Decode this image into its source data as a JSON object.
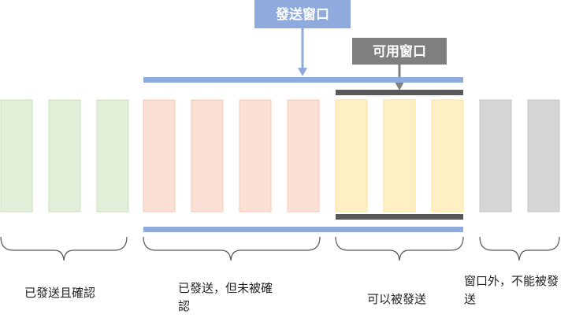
{
  "title_send_window": "發送窗口",
  "title_usable_window": "可用窗口",
  "groups": [
    {
      "label": "已發送且確認",
      "count": 3,
      "fill": "#e1efd9",
      "stroke": "#c9e3bb"
    },
    {
      "label": "已發送，但未被確\n認",
      "count": 4,
      "fill": "#fbe0d5",
      "stroke": "#f5c8b6"
    },
    {
      "label": "可以被發送",
      "count": 3,
      "fill": "#fff0c4",
      "stroke": "#fde29b"
    },
    {
      "label": "窗口外，不能被發\n送",
      "count": 2,
      "fill": "#d6d6d6",
      "stroke": "#c4c4c4"
    }
  ],
  "colors": {
    "send_window": "#8faadc",
    "usable_window": "#7f7f7f",
    "brace": "#555555",
    "label_text": "#ffffff"
  }
}
